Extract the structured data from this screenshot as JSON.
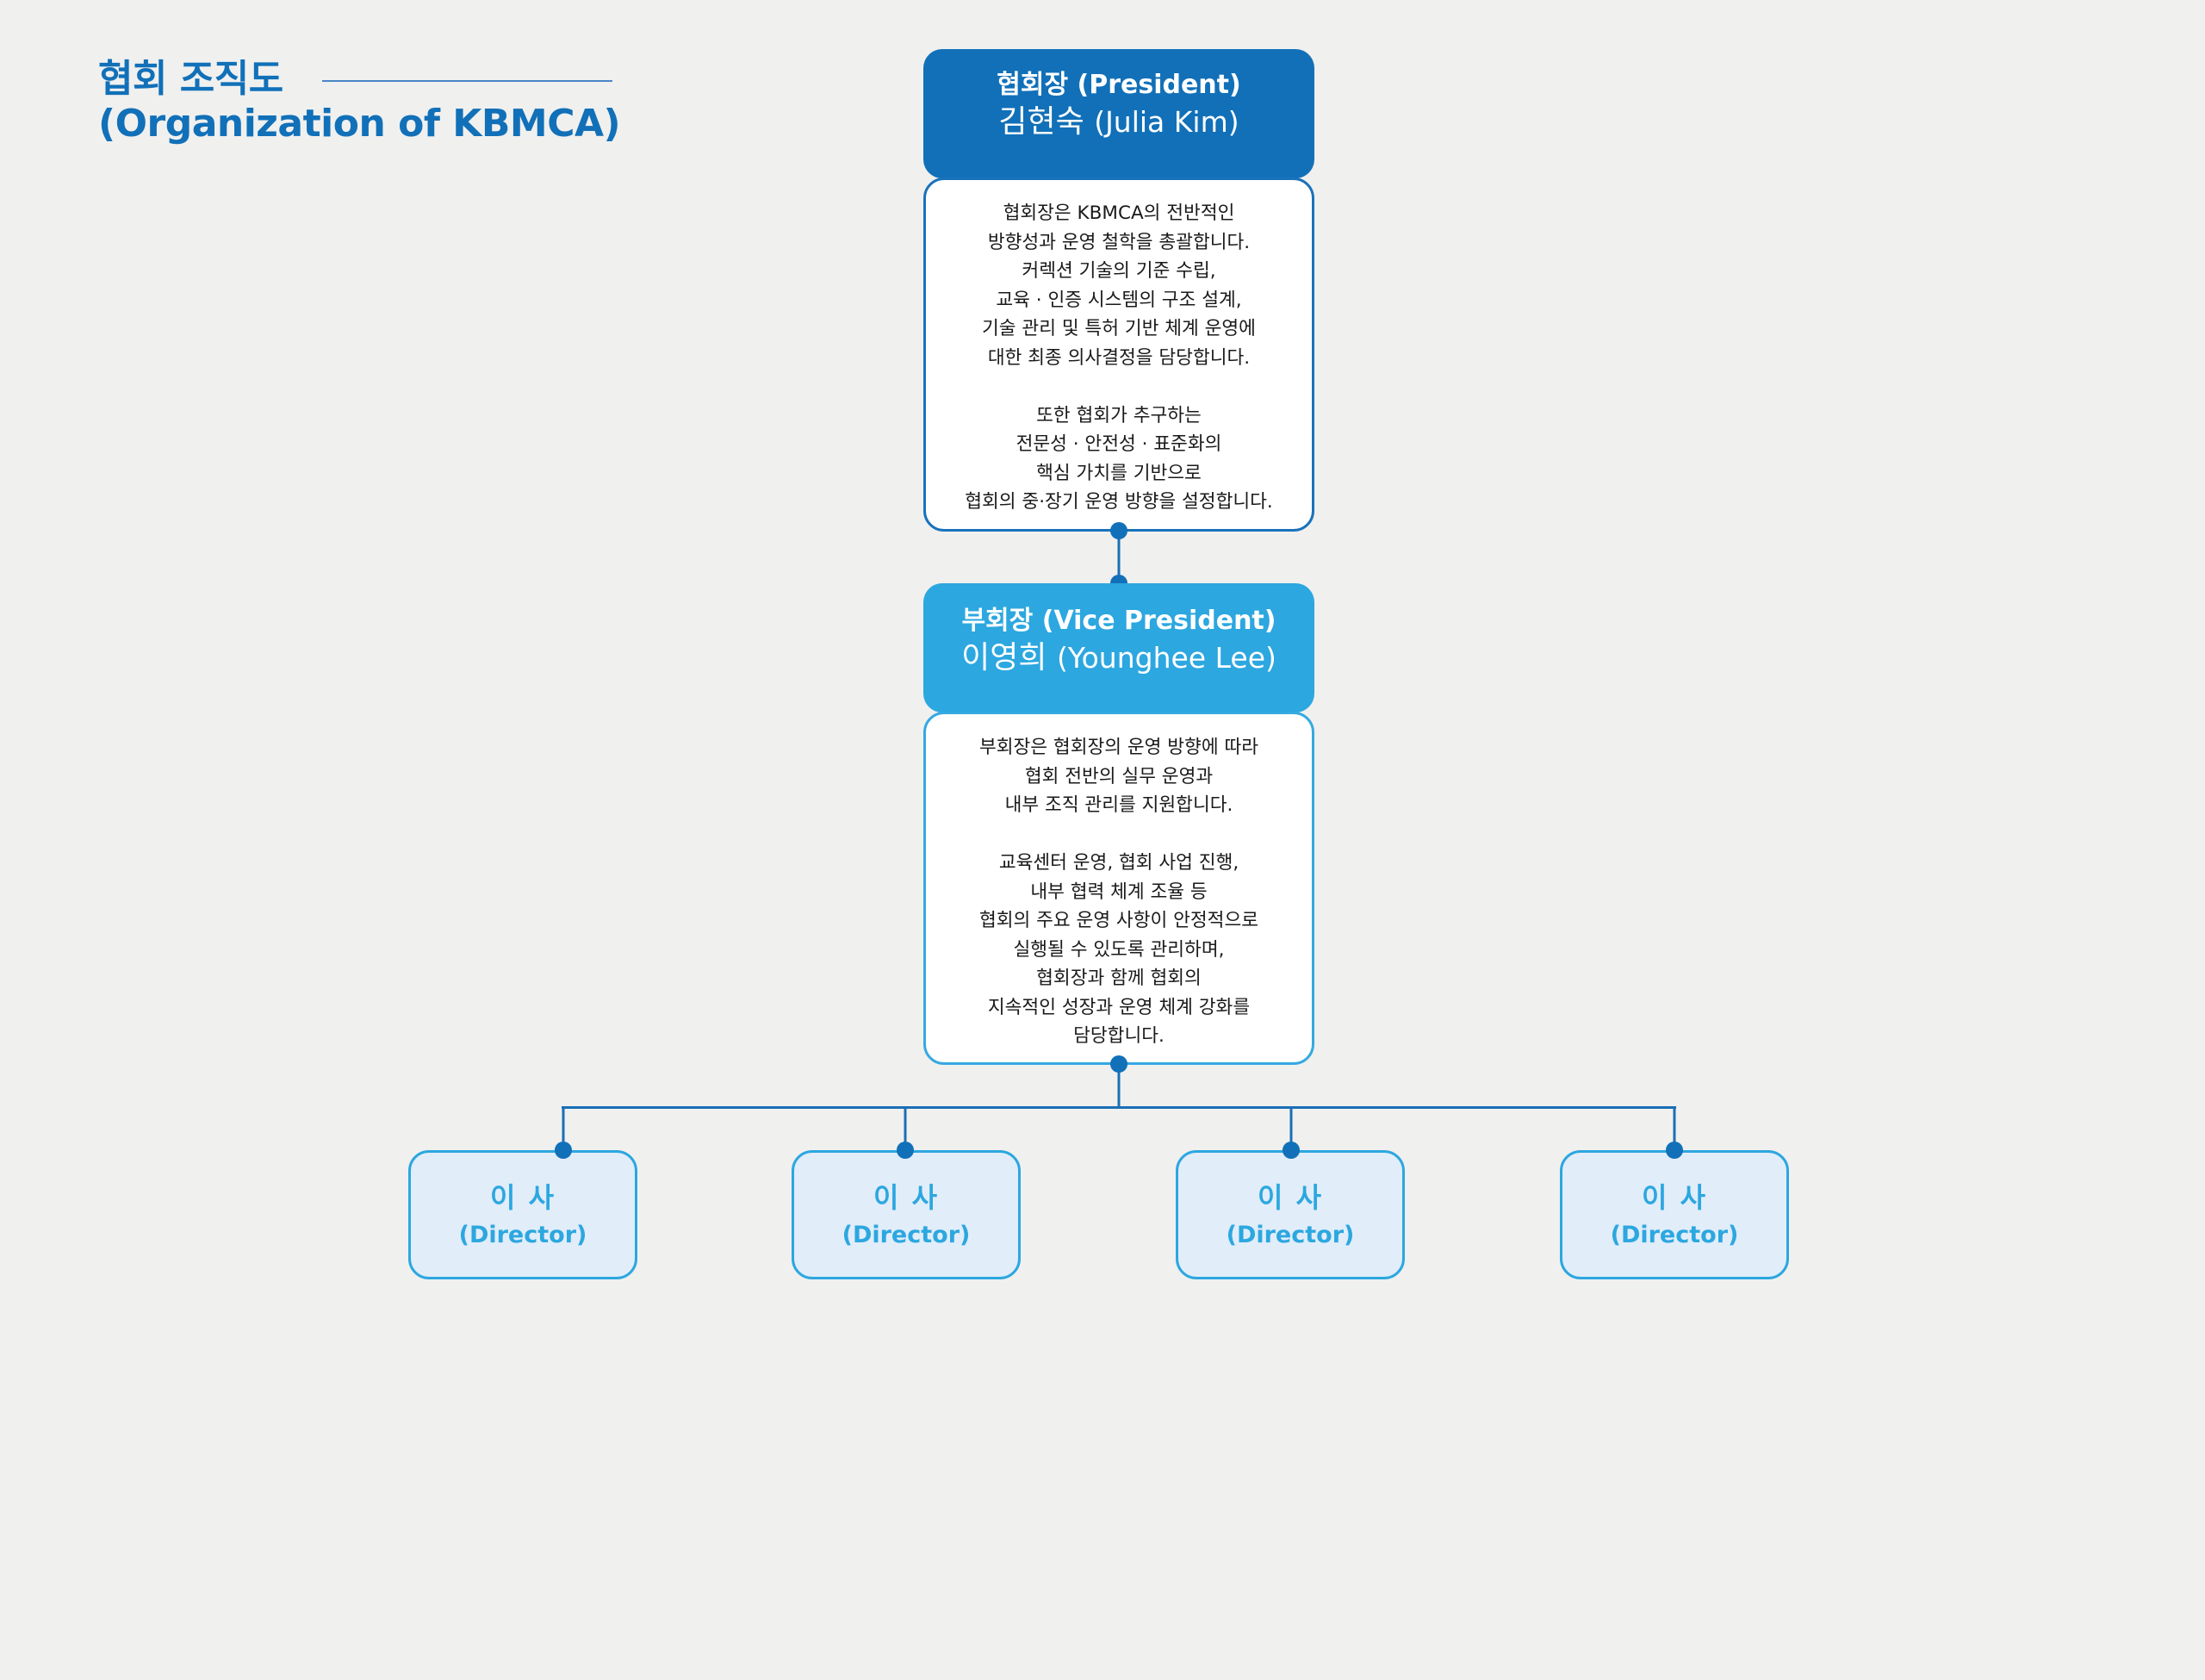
{
  "title": {
    "line1": "협회 조직도",
    "line2": "(Organization of KBMCA)"
  },
  "colors": {
    "primary": "#1170B8",
    "secondary": "#2CA7E0",
    "director_bg": "#E1EDF9",
    "background": "#F0F0EF"
  },
  "president": {
    "role": "협회장 (President)",
    "name_ko": "김현숙",
    "name_en": "(Julia Kim)",
    "description": [
      [
        "협회장은 KBMCA의 전반적인",
        "방향성과 운영 철학을 총괄합니다.",
        "커렉션 기술의 기준 수립,",
        "교육 · 인증 시스템의 구조 설계,",
        "기술 관리 및 특허 기반 체계 운영에",
        "대한 최종 의사결정을 담당합니다."
      ],
      [
        "또한 협회가 추구하는",
        "전문성 · 안전성 · 표준화의",
        "핵심 가치를 기반으로",
        "협회의 중·장기 운영 방향을 설정합니다."
      ]
    ]
  },
  "vice_president": {
    "role": "부회장 (Vice President)",
    "name_ko": "이영희",
    "name_en": "(Younghee Lee)",
    "description": [
      [
        "부회장은 협회장의 운영 방향에 따라",
        "협회 전반의 실무 운영과",
        "내부 조직 관리를 지원합니다."
      ],
      [
        "교육센터 운영, 협회 사업 진행,",
        "내부 협력 체계 조율 등",
        "협회의 주요 운영 사항이 안정적으로",
        "실행될 수 있도록 관리하며,",
        "협회장과 함께 협회의",
        "지속적인 성장과 운영 체계 강화를",
        "담당합니다."
      ]
    ]
  },
  "directors": [
    {
      "role_ko": "이 사",
      "role_en": "(Director)"
    },
    {
      "role_ko": "이 사",
      "role_en": "(Director)"
    },
    {
      "role_ko": "이 사",
      "role_en": "(Director)"
    },
    {
      "role_ko": "이 사",
      "role_en": "(Director)"
    }
  ]
}
